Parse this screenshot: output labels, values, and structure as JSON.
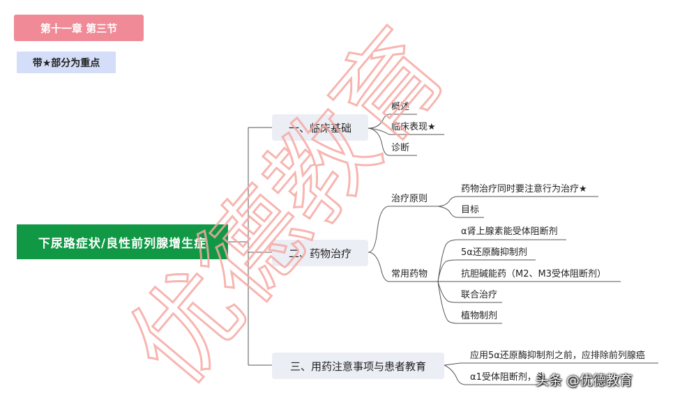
{
  "chapter_label": "第十一章  第三节",
  "key_note": "带★部分为重点",
  "root": "下尿路症状/良性前列腺增生症",
  "branches": [
    {
      "label": "一、临床基础",
      "leaves": [
        "概述",
        "临床表现★",
        "诊断"
      ]
    },
    {
      "label": "二、药物治疗",
      "subgroups": [
        {
          "label": "治疗原则",
          "leaves": [
            "药物治疗同时要注意行为治疗★",
            "目标"
          ]
        },
        {
          "label": "常用药物",
          "leaves": [
            "α肾上腺素能受体阻断剂",
            "5α还原酶抑制剂",
            "抗胆碱能药（M2、M3受体阻断剂）",
            "联合治疗",
            "植物制剂"
          ]
        }
      ]
    },
    {
      "label": "三、用药注意事项与患者教育",
      "leaves": [
        "应用5α还原酶抑制剂之前，应排除前列腺癌",
        "α1受体阻断剂，头"
      ]
    }
  ],
  "watermark": "优德教育",
  "credit": "头条 @优德教育",
  "colors": {
    "chapter_bg": "#ef8a96",
    "note_bg": "#d4def8",
    "root_bg": "#109845",
    "branch_bg": "#eceef5",
    "connector": "#555555",
    "watermark": "#f6a9a3"
  }
}
